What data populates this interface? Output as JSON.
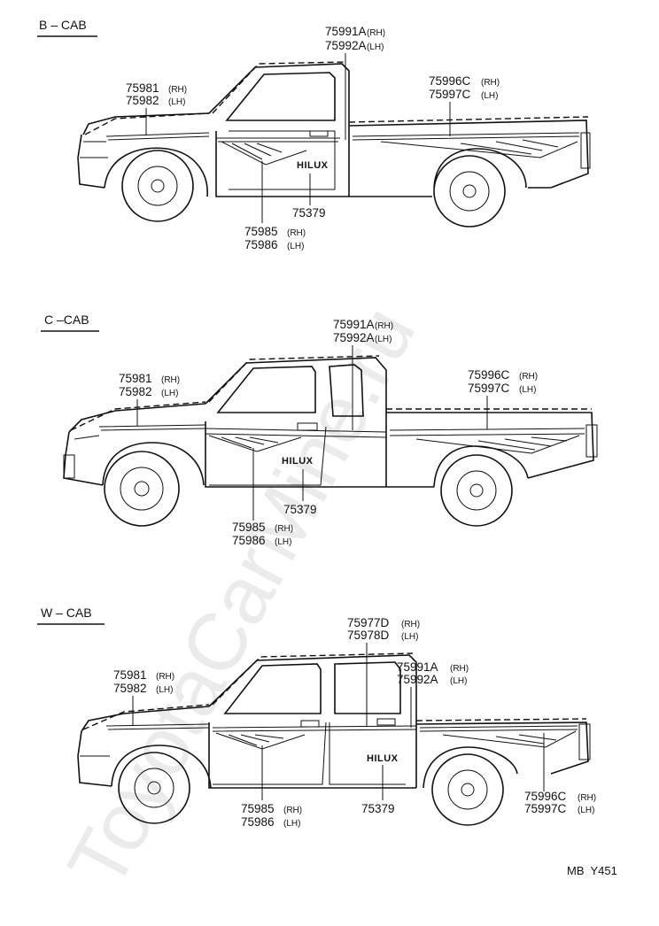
{
  "sections": [
    {
      "title": "B – CAB",
      "labels": [
        {
          "part": "75991A",
          "suffix": "(RH)"
        },
        {
          "part": "75992A",
          "suffix": "(LH)"
        },
        {
          "part": "75981",
          "suffix": "(RH)"
        },
        {
          "part": "75982",
          "suffix": "(LH)"
        },
        {
          "part": "75996C",
          "suffix": "(RH)"
        },
        {
          "part": "75997C",
          "suffix": "(LH)"
        },
        {
          "part": "75379",
          "suffix": ""
        },
        {
          "part": "75985",
          "suffix": "(RH)"
        },
        {
          "part": "75986",
          "suffix": "(LH)"
        }
      ],
      "badge": "HILUX"
    },
    {
      "title": "C –CAB",
      "labels": [
        {
          "part": "75991A",
          "suffix": "(RH)"
        },
        {
          "part": "75992A",
          "suffix": "(LH)"
        },
        {
          "part": "75981",
          "suffix": "(RH)"
        },
        {
          "part": "75982",
          "suffix": "(LH)"
        },
        {
          "part": "75996C",
          "suffix": "(RH)"
        },
        {
          "part": "75997C",
          "suffix": "(LH)"
        },
        {
          "part": "75379",
          "suffix": ""
        },
        {
          "part": "75985",
          "suffix": "(RH)"
        },
        {
          "part": "75986",
          "suffix": "(LH)"
        }
      ],
      "badge": "HILUX"
    },
    {
      "title": "W – CAB",
      "labels": [
        {
          "part": "75977D",
          "suffix": "(RH)"
        },
        {
          "part": "75978D",
          "suffix": "(LH)"
        },
        {
          "part": "75991A",
          "suffix": "(RH)"
        },
        {
          "part": "75992A",
          "suffix": "(LH)"
        },
        {
          "part": "75981",
          "suffix": "(RH)"
        },
        {
          "part": "75982",
          "suffix": "(LH)"
        },
        {
          "part": "75985",
          "suffix": "(RH)"
        },
        {
          "part": "75986",
          "suffix": "(LH)"
        },
        {
          "part": "75379",
          "suffix": ""
        },
        {
          "part": "75996C",
          "suffix": "(RH)"
        },
        {
          "part": "75997C",
          "suffix": "(LH)"
        }
      ],
      "badge": "HILUX"
    }
  ],
  "figure_ref": "MB  Y451",
  "watermark": "ToyotaCarMine.ru"
}
